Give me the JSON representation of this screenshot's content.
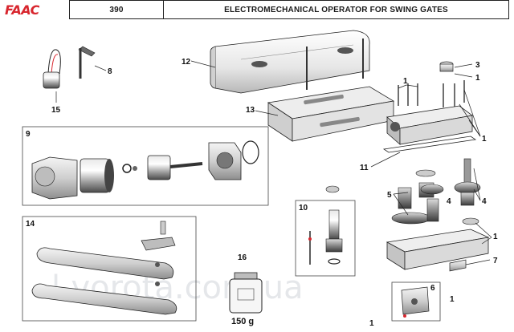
{
  "header": {
    "brand": "FAAC",
    "code": "390",
    "title": "ELECTROMECHANICAL OPERATOR FOR SWING GATES"
  },
  "callouts": {
    "p1a": "1",
    "p1b": "1",
    "p1c": "1",
    "p1d": "1",
    "p1e": "1",
    "p1f": "1",
    "p3": "3",
    "p4a": "4",
    "p4b": "4",
    "p5": "5",
    "p6": "6",
    "p7": "7",
    "p8": "8",
    "p9": "9",
    "p10": "10",
    "p11": "11",
    "p12": "12",
    "p13": "13",
    "p14": "14",
    "p15": "15",
    "p16": "16"
  },
  "grease_weight": "150 g",
  "watermark": "l-vorota.com.ua",
  "colors": {
    "brand": "#d8262e",
    "line": "#222222",
    "watermark": "#cfd4d8"
  }
}
